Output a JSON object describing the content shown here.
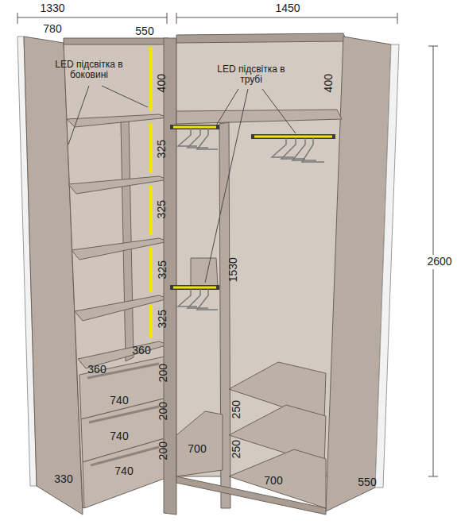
{
  "diagram": {
    "labels": [
      "1330",
      "1450",
      "780",
      "550",
      "LED підсвітка в боковині",
      "LED підсвітка в трубі",
      "400",
      "400",
      "325",
      "325",
      "325",
      "325",
      "1530",
      "2600",
      "360",
      "360",
      "200",
      "200",
      "200",
      "740",
      "740",
      "740",
      "250",
      "250",
      "700",
      "700",
      "330",
      "550"
    ]
  }
}
